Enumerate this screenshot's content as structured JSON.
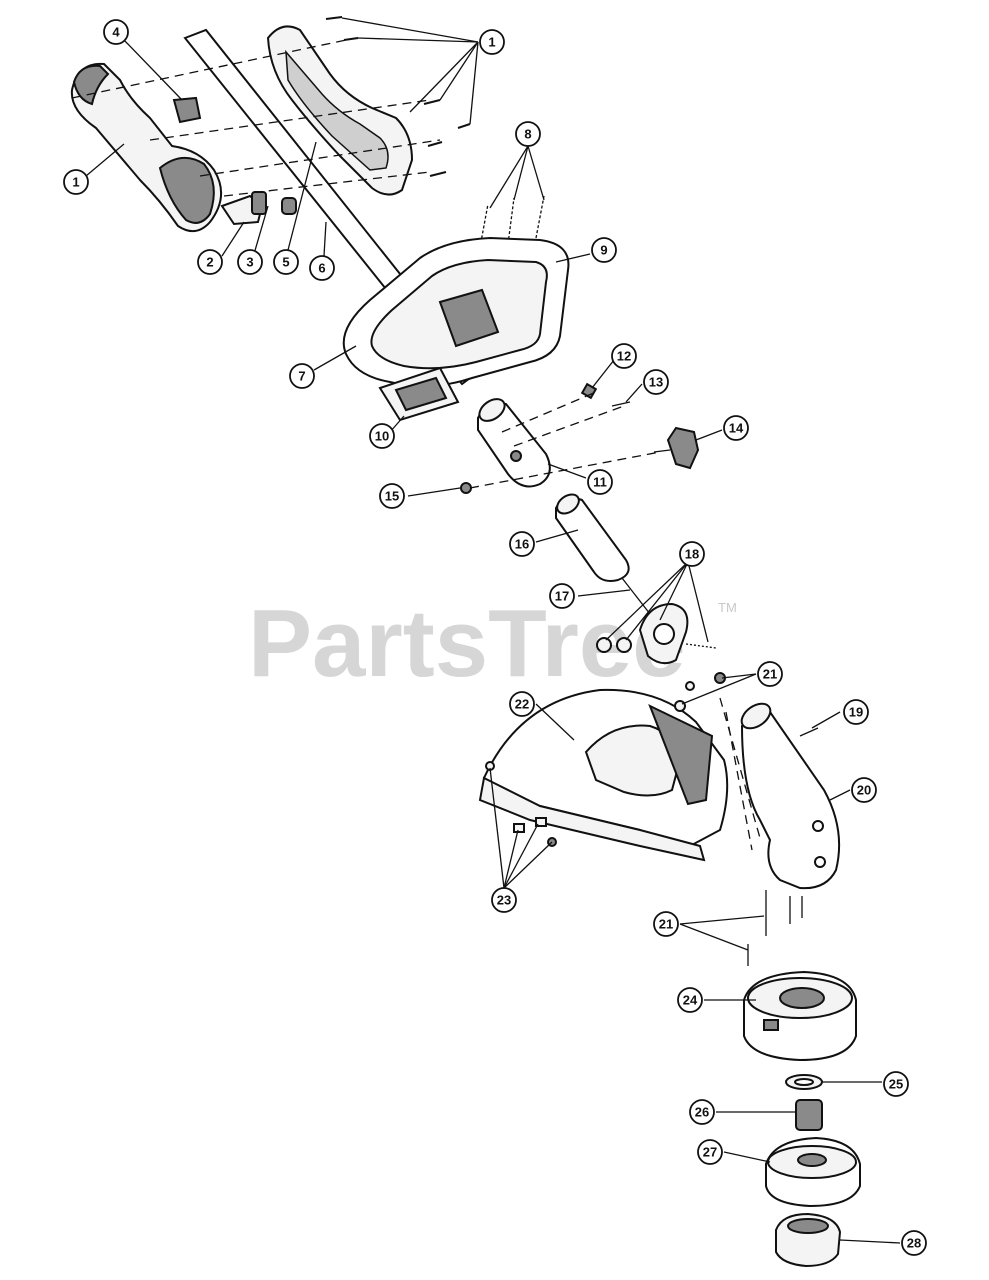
{
  "watermark": {
    "text": "PartsTree",
    "trademark": "TM"
  },
  "callouts": [
    {
      "id": "c1a",
      "label": "1"
    },
    {
      "id": "c1b",
      "label": "1"
    },
    {
      "id": "c2",
      "label": "2"
    },
    {
      "id": "c3",
      "label": "3"
    },
    {
      "id": "c4",
      "label": "4"
    },
    {
      "id": "c5",
      "label": "5"
    },
    {
      "id": "c6",
      "label": "6"
    },
    {
      "id": "c7",
      "label": "7"
    },
    {
      "id": "c8",
      "label": "8"
    },
    {
      "id": "c9",
      "label": "9"
    },
    {
      "id": "c10",
      "label": "10"
    },
    {
      "id": "c11",
      "label": "11"
    },
    {
      "id": "c12",
      "label": "12"
    },
    {
      "id": "c13",
      "label": "13"
    },
    {
      "id": "c14",
      "label": "14"
    },
    {
      "id": "c15",
      "label": "15"
    },
    {
      "id": "c16",
      "label": "16"
    },
    {
      "id": "c17",
      "label": "17"
    },
    {
      "id": "c18",
      "label": "18"
    },
    {
      "id": "c19",
      "label": "19"
    },
    {
      "id": "c20",
      "label": "20"
    },
    {
      "id": "c21a",
      "label": "21"
    },
    {
      "id": "c21b",
      "label": "21"
    },
    {
      "id": "c22",
      "label": "22"
    },
    {
      "id": "c23",
      "label": "23"
    },
    {
      "id": "c24",
      "label": "24"
    },
    {
      "id": "c25",
      "label": "25"
    },
    {
      "id": "c26",
      "label": "26"
    },
    {
      "id": "c27",
      "label": "27"
    },
    {
      "id": "c28",
      "label": "28"
    }
  ]
}
